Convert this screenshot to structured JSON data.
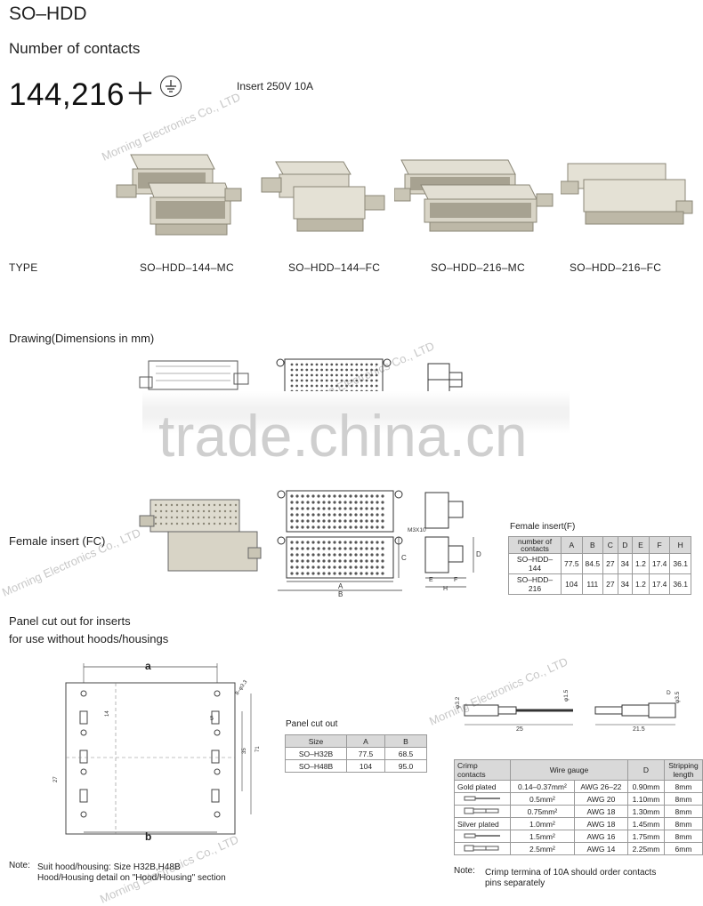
{
  "header": {
    "title": "SO–HDD",
    "subtitle": "Number of contacts",
    "contacts": "144,216＋",
    "insert": "Insert   250V  10A"
  },
  "watermarks": {
    "company": "Morning Electronics Co., LTD",
    "site": "trade.china.cn"
  },
  "types": {
    "label": "TYPE",
    "items": [
      "SO–HDD–144–MC",
      "SO–HDD–144–FC",
      "SO–HDD–216–MC",
      "SO–HDD–216–FC"
    ]
  },
  "drawing": {
    "title": "Drawing(Dimensions in mm)",
    "female_label": "Female insert (FC)",
    "dim_letters": {
      "a": "A",
      "b": "B",
      "c": "C",
      "d": "D",
      "e": "E",
      "f": "F",
      "h": "H",
      "screw": "M3X10"
    }
  },
  "female_table": {
    "title": "Female insert(F)",
    "headers": [
      "number of contacts",
      "A",
      "B",
      "C",
      "D",
      "E",
      "F",
      "H"
    ],
    "rows": [
      [
        "SO–HDD–144",
        "77.5",
        "84.5",
        "27",
        "34",
        "1.2",
        "17.4",
        "36.1"
      ],
      [
        "SO–HDD–216",
        "104",
        "111",
        "27",
        "34",
        "1.2",
        "17.4",
        "36.1"
      ]
    ]
  },
  "panel": {
    "title_line1": "Panel cut out for inserts",
    "title_line2": "for use without hoods/housings",
    "dims": {
      "a": "a",
      "b": "b",
      "holes": "8–φ3.3",
      "d14": "14",
      "d5": "5",
      "d35": "35",
      "d71": "71",
      "d27": "27"
    },
    "table_title": "Panel cut out",
    "headers": [
      "Size",
      "A",
      "B"
    ],
    "rows": [
      [
        "SO–H32B",
        "77.5",
        "68.5"
      ],
      [
        "SO–H48B",
        "104",
        "95.0"
      ]
    ]
  },
  "crimp": {
    "dims": {
      "d32": "φ3.2",
      "d15": "φ1.5",
      "d25": "25",
      "d215": "21.5",
      "d35": "φ3.5",
      "d": "D"
    },
    "headers": [
      "Crimp contacts",
      "Wire gauge",
      "D",
      "Stripping length"
    ],
    "gold_label": "Gold plated",
    "silver_label": "Silver plated",
    "rows": [
      [
        "0.14–0.37mm²",
        "AWG 26–22",
        "0.90mm",
        "8mm"
      ],
      [
        "0.5mm²",
        "AWG 20",
        "1.10mm",
        "8mm"
      ],
      [
        "0.75mm²",
        "AWG 18",
        "1.30mm",
        "8mm"
      ],
      [
        "1.0mm²",
        "AWG 18",
        "1.45mm",
        "8mm"
      ],
      [
        "1.5mm²",
        "AWG 16",
        "1.75mm",
        "8mm"
      ],
      [
        "2.5mm²",
        "AWG 14",
        "2.25mm",
        "6mm"
      ]
    ]
  },
  "notes": {
    "left_label": "Note:",
    "left_line1": "Suit hood/housing: Size H32B,H48B",
    "left_line2": "Hood/Housing detail on \"Hood/Housing\" section",
    "right_label": "Note:",
    "right_line1": "Crimp termina of 10A should order contacts",
    "right_line2": "pins separately"
  },
  "colors": {
    "body": "#d8d4c6",
    "shade": "#b9b4a3",
    "dark": "#8b8777",
    "line": "#333333"
  }
}
